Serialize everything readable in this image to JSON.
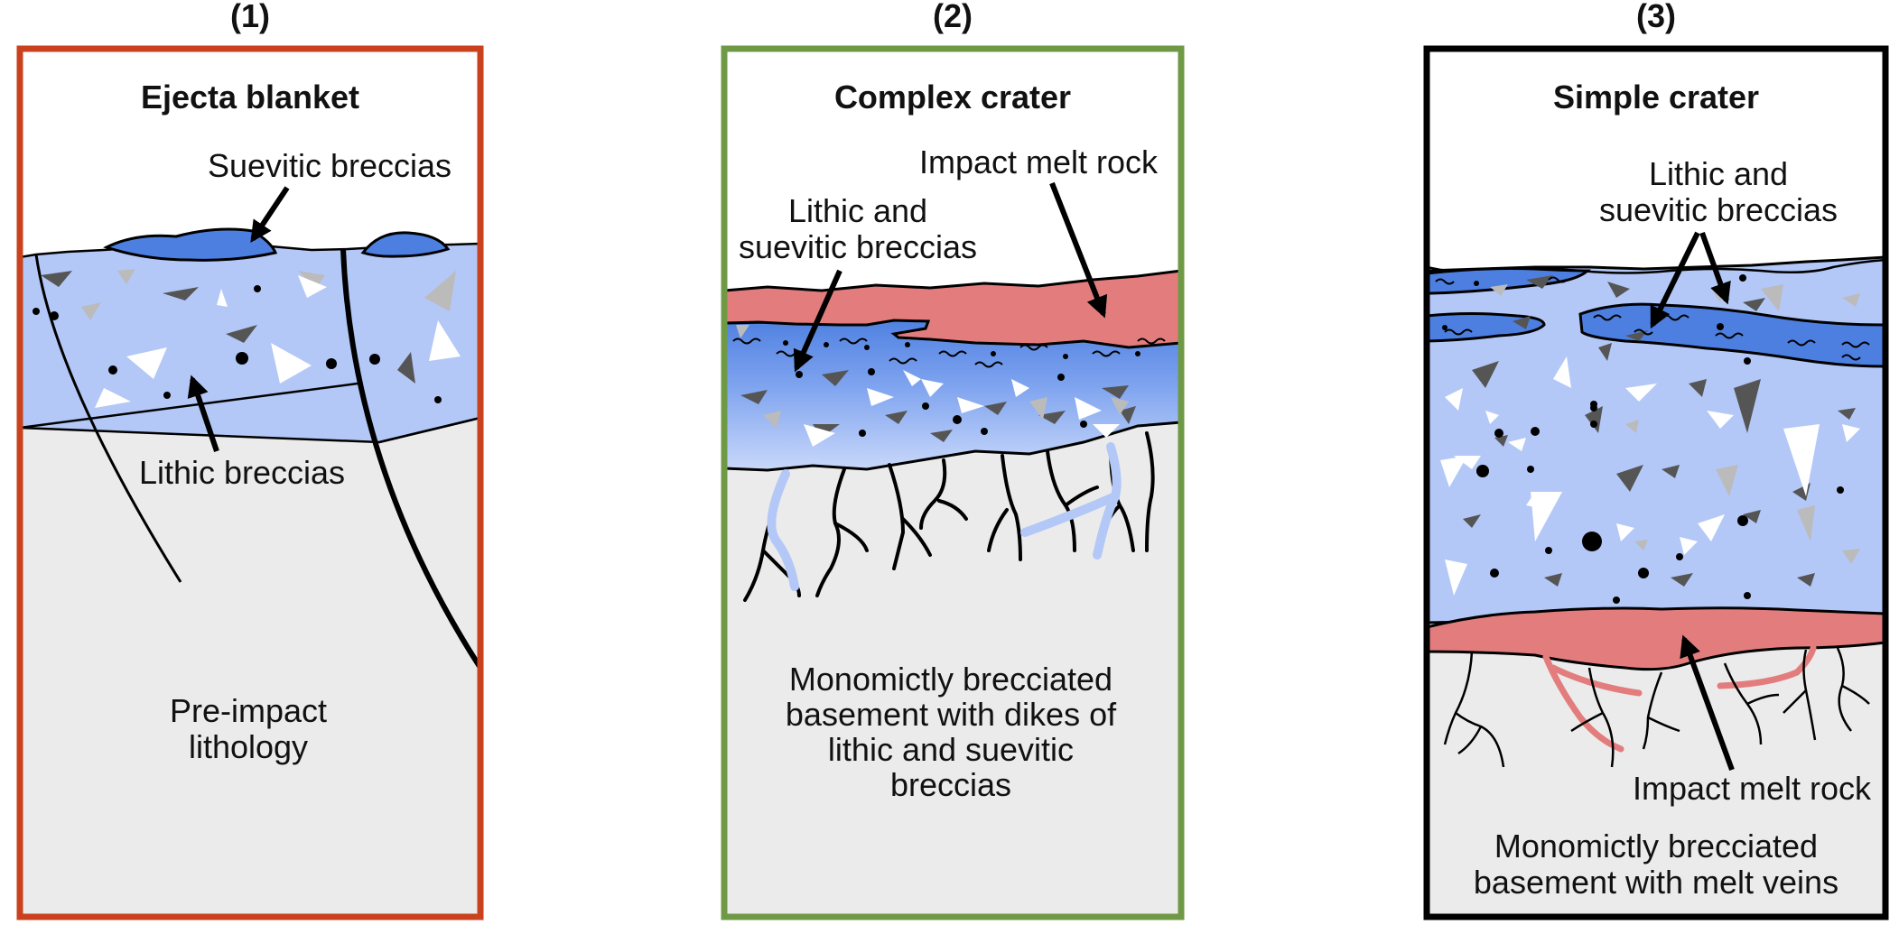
{
  "colors": {
    "panel1_border": "#c9411d",
    "panel2_border": "#6f9a45",
    "panel3_border": "#000000",
    "breccia_fill": "#b3c8f7",
    "suevite_fill": "#4d7fe0",
    "melt_fill": "#e37d7d",
    "basement_fill": "#ebebeb",
    "clast_dark": "#555555",
    "clast_gray": "#bbbbbb",
    "clast_white": "#ffffff"
  },
  "panels": [
    {
      "number": "(1)",
      "title": "Ejecta blanket",
      "labels": {
        "suevitic": "Suevitic breccias",
        "lithic": "Lithic breccias",
        "basement": [
          "Pre-impact",
          "lithology"
        ]
      }
    },
    {
      "number": "(2)",
      "title": "Complex crater",
      "labels": {
        "melt": "Impact melt rock",
        "lithic_suevitic": [
          "Lithic and",
          "suevitic breccias"
        ],
        "basement": [
          "Monomictly brecciated",
          "basement with dikes of",
          "lithic and suevitic",
          "breccias"
        ]
      }
    },
    {
      "number": "(3)",
      "title": "Simple crater",
      "labels": {
        "lithic_suevitic": [
          "Lithic and",
          "suevitic breccias"
        ],
        "melt": "Impact melt rock",
        "basement": [
          "Monomictly brecciated",
          "basement with melt veins"
        ]
      }
    }
  ]
}
